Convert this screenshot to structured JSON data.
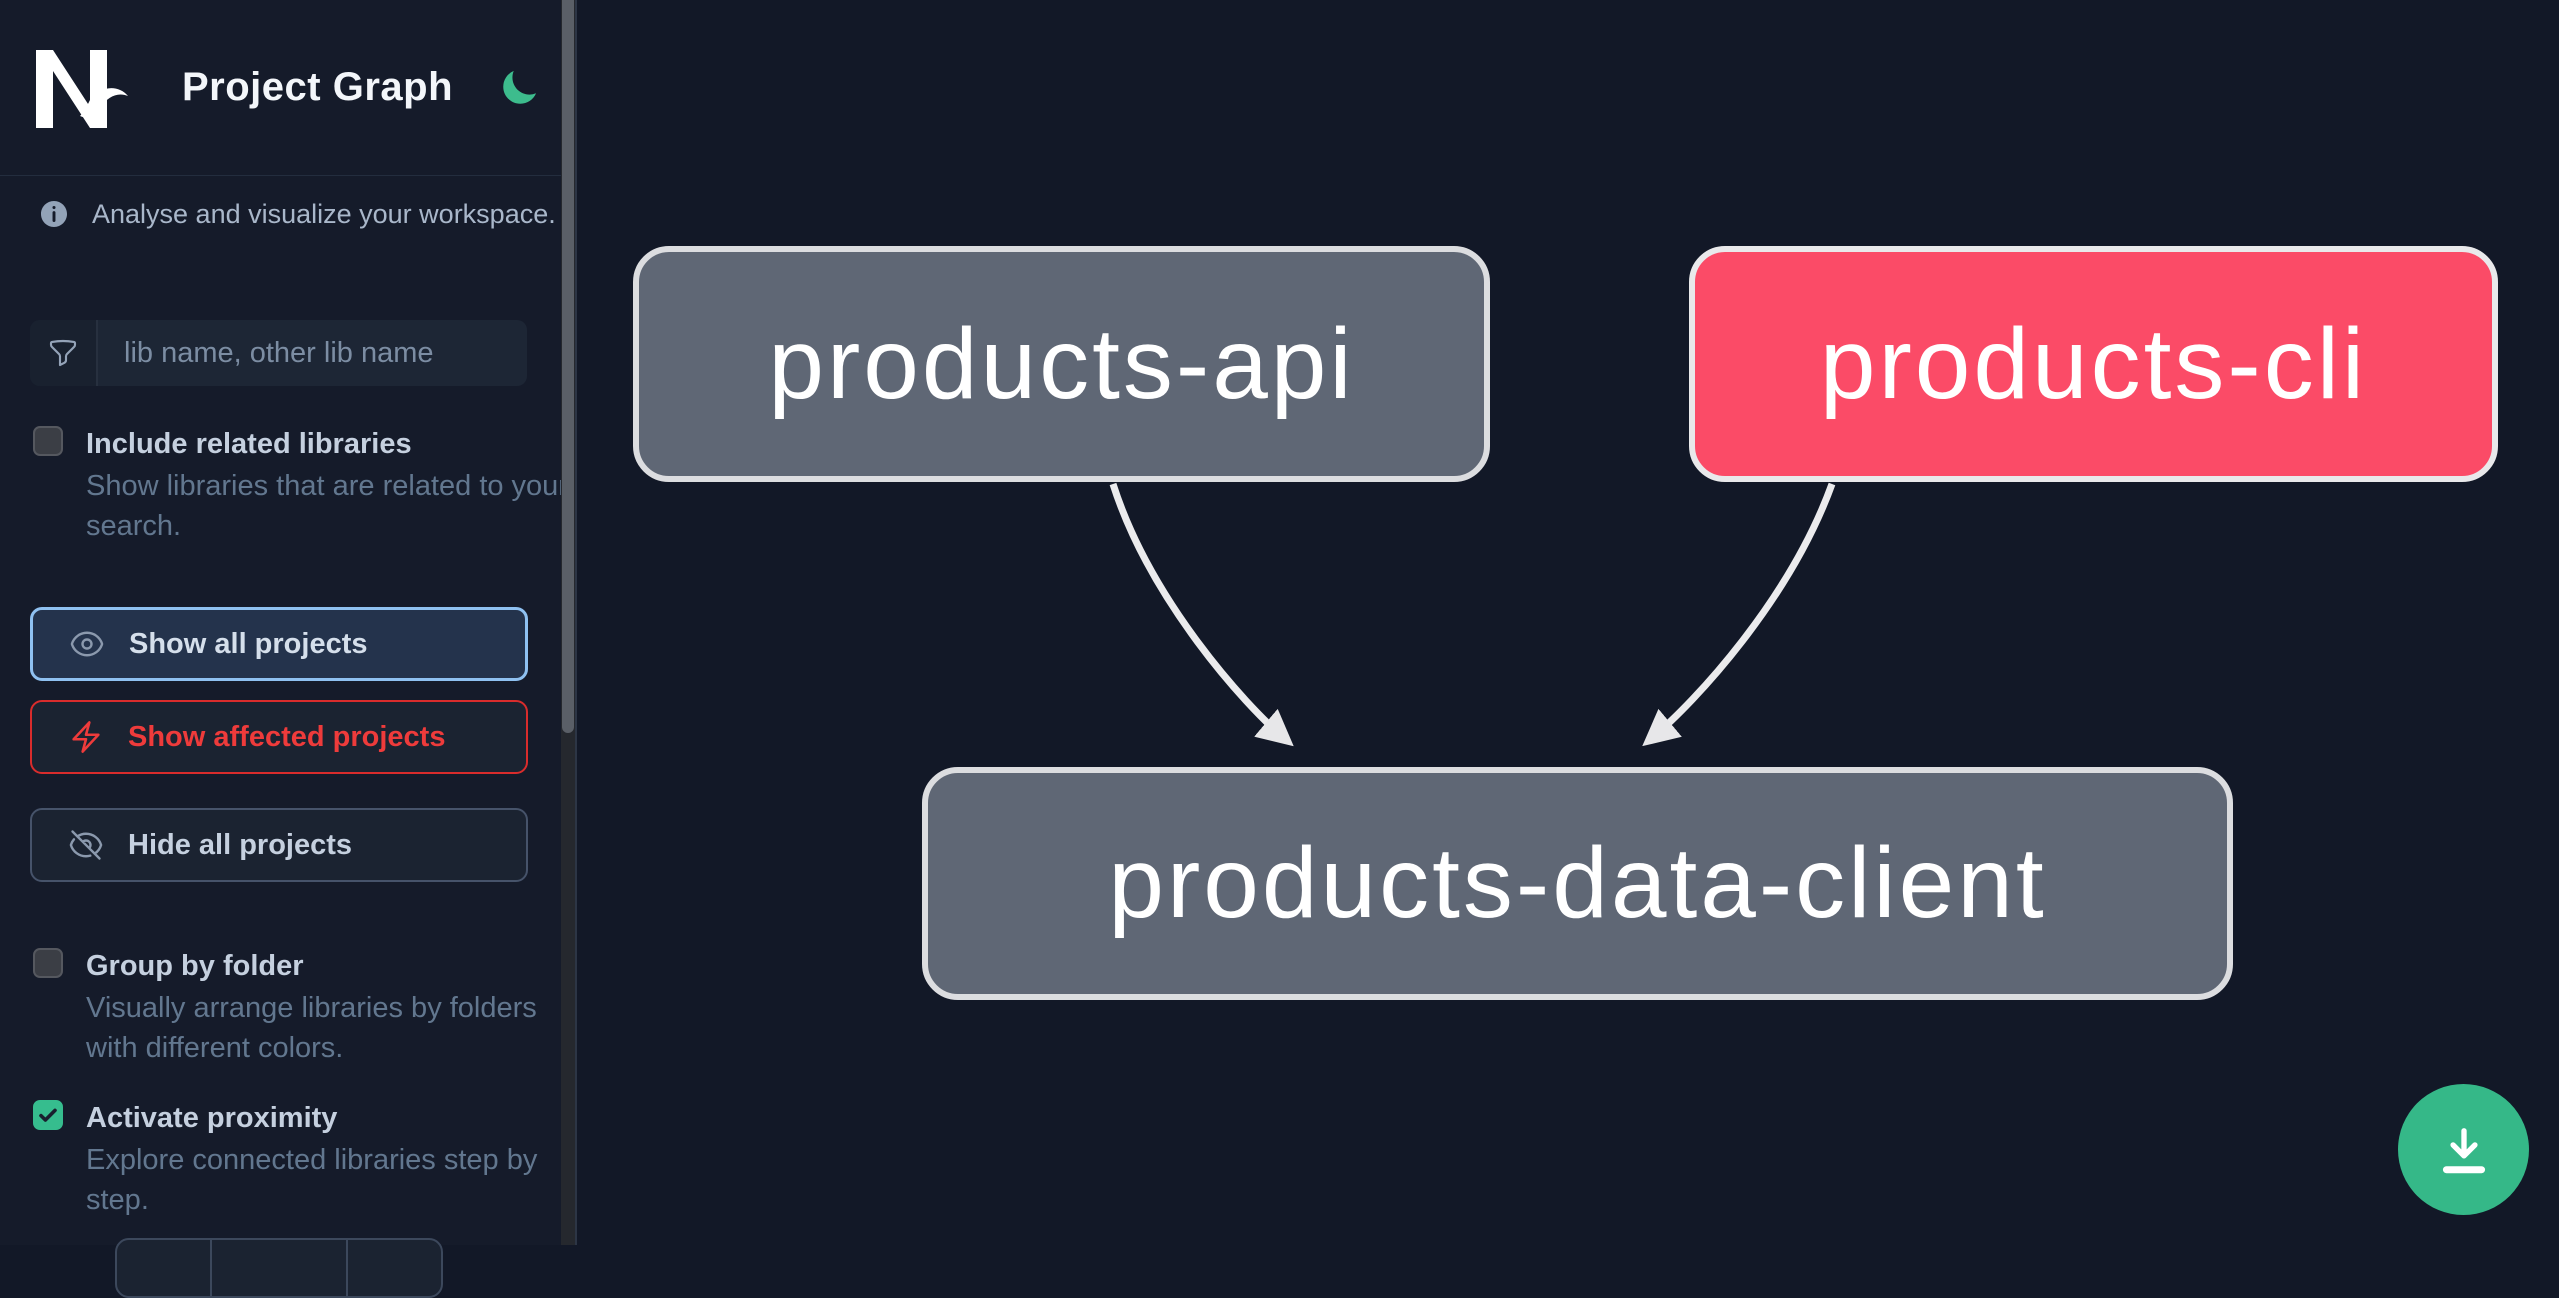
{
  "header": {
    "logo_text": "Nx",
    "title": "Project Graph",
    "theme_icon": "moon"
  },
  "sidebar": {
    "tagline": "Analyse and visualize your workspace.",
    "search_placeholder": "lib name, other lib name",
    "include_related": {
      "label": "Include related libraries",
      "description": "Show libraries that are related to your search.",
      "checked": false
    },
    "actions": {
      "show_all": "Show all projects",
      "show_affected": "Show affected projects",
      "hide_all": "Hide all projects"
    },
    "group_by_folder": {
      "label": "Group by folder",
      "description": "Visually arrange libraries by folders with different colors.",
      "checked": false
    },
    "activate_proximity": {
      "label": "Activate proximity",
      "description": "Explore connected libraries step by step.",
      "checked": true
    }
  },
  "graph": {
    "nodes": [
      {
        "id": "products-api",
        "label": "products-api",
        "color": "#5f6775",
        "state": "normal"
      },
      {
        "id": "products-cli",
        "label": "products-cli",
        "color": "#fb4b67",
        "state": "highlighted"
      },
      {
        "id": "products-data-client",
        "label": "products-data-client",
        "color": "#5f6775",
        "state": "normal"
      }
    ],
    "edges": [
      {
        "from": "products-api",
        "to": "products-data-client"
      },
      {
        "from": "products-cli",
        "to": "products-data-client"
      }
    ]
  },
  "colors": {
    "accent_green": "#36bd8e",
    "focus_blue": "#8fc1f1",
    "affected_red": "#d92c2c",
    "node_gray": "#5f6775",
    "node_pink": "#fb4b67",
    "background": "#121827"
  }
}
